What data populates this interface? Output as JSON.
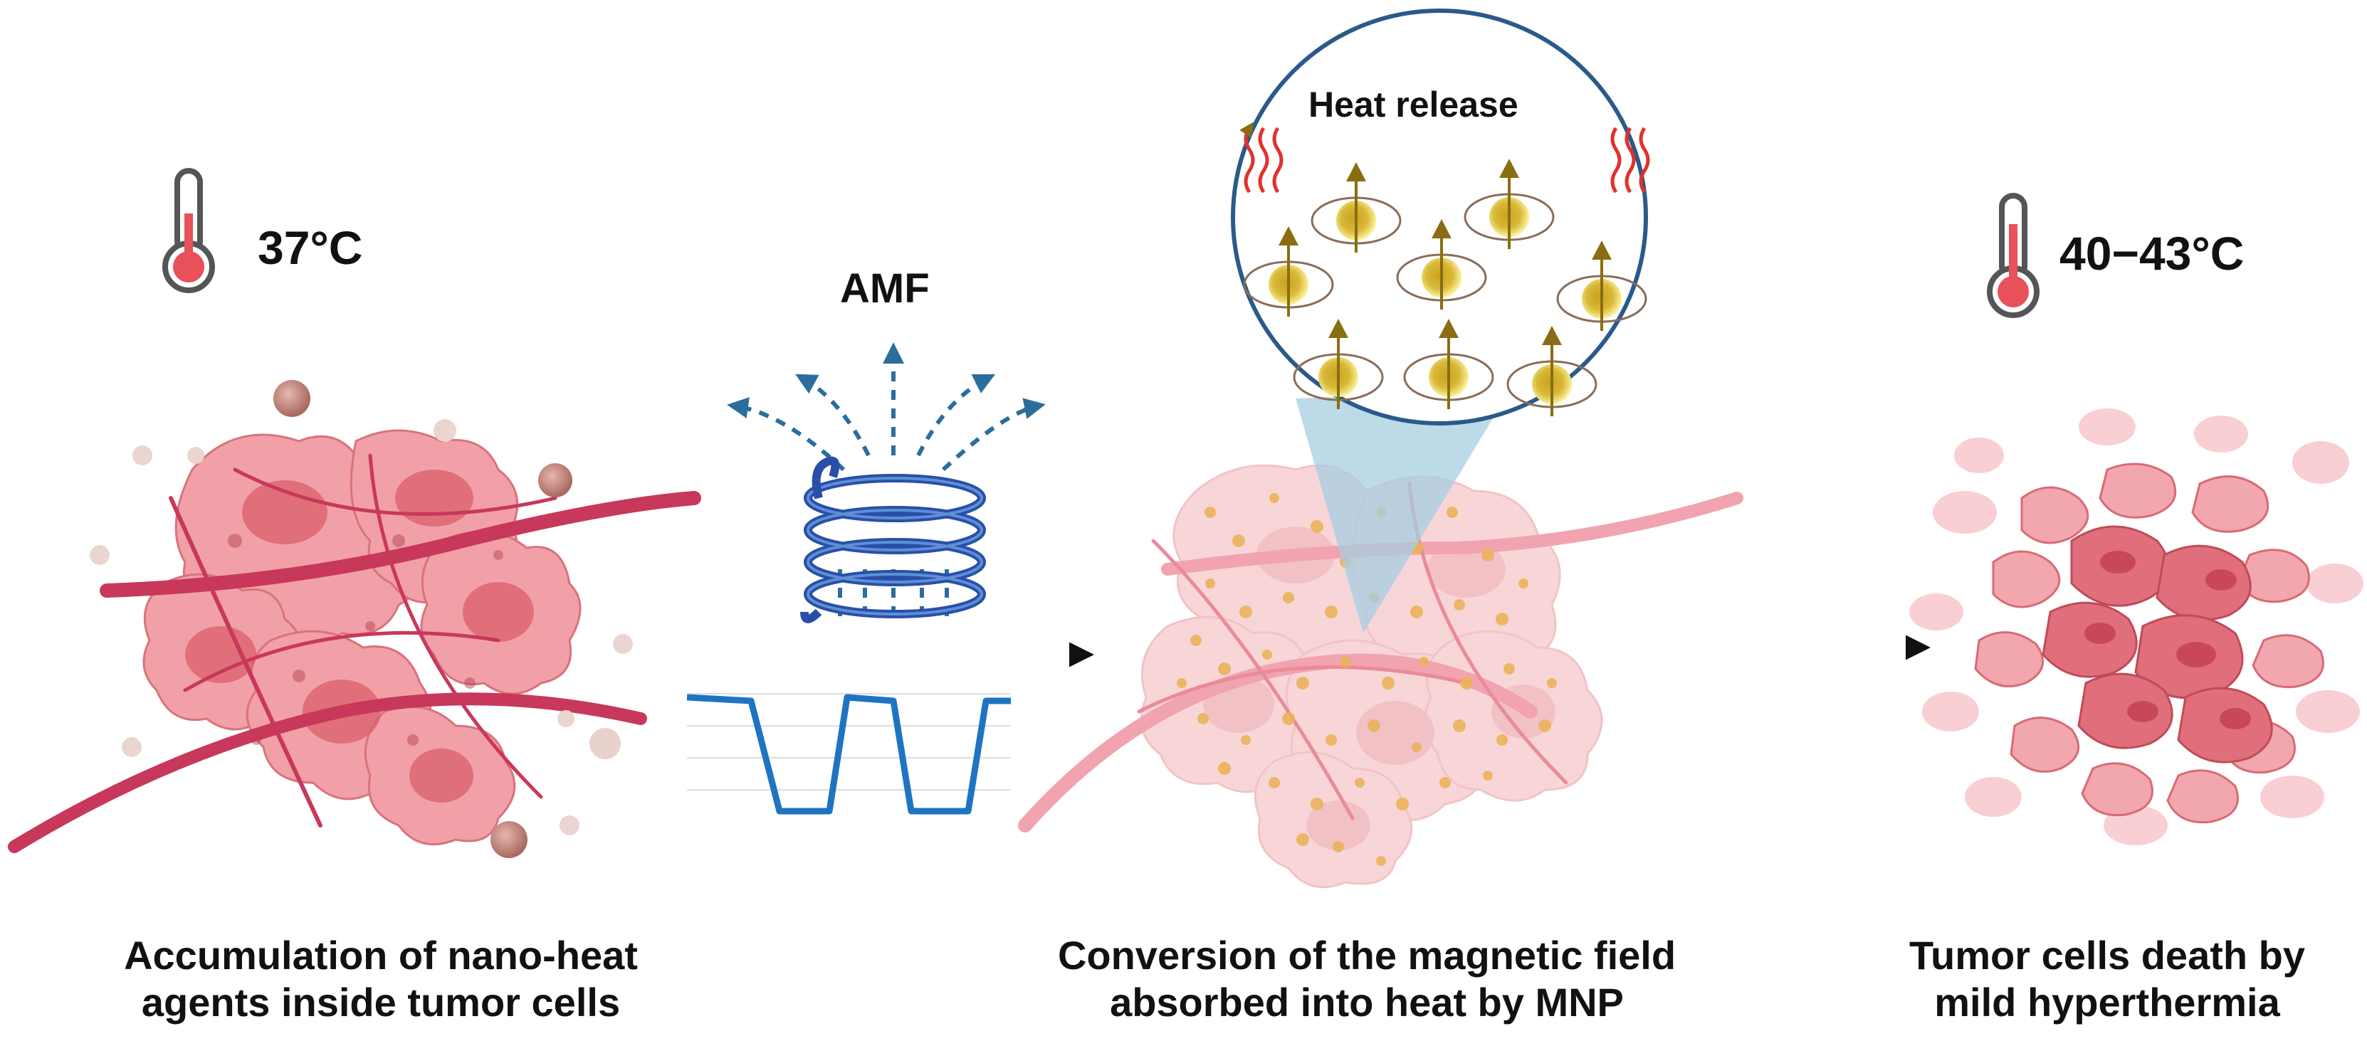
{
  "stages": [
    {
      "caption_line1": "Accumulation of nano-heat",
      "caption_line2": "agents inside tumor cells",
      "temperature": "37°C"
    },
    {
      "caption_line1": "Conversion of the magnetic field",
      "caption_line2": "absorbed into heat by MNP"
    },
    {
      "caption_line1": "Tumor cells death by",
      "caption_line2": "mild hyperthermia",
      "temperature": "40−43°C"
    }
  ],
  "amf_label": "AMF",
  "inset_label": "Heat release",
  "colors": {
    "tumor_dense": "#d95f6b",
    "tumor_light": "#f2a6ad",
    "vessel": "#c8385a",
    "coil_blue": "#2a4fa8",
    "field_blue": "#2b6e9e",
    "signal_blue": "#1f74c2",
    "nanoparticle_gold": "#b8961e",
    "heat_red": "#e0322c",
    "thermometer_red": "#e8505a",
    "inset_cone": "#a7cde0"
  },
  "icons": [
    "thermometer-icon",
    "thermometer-icon",
    "coil-icon",
    "heat-wave-icon",
    "magnetic-nanoparticle-icon"
  ]
}
